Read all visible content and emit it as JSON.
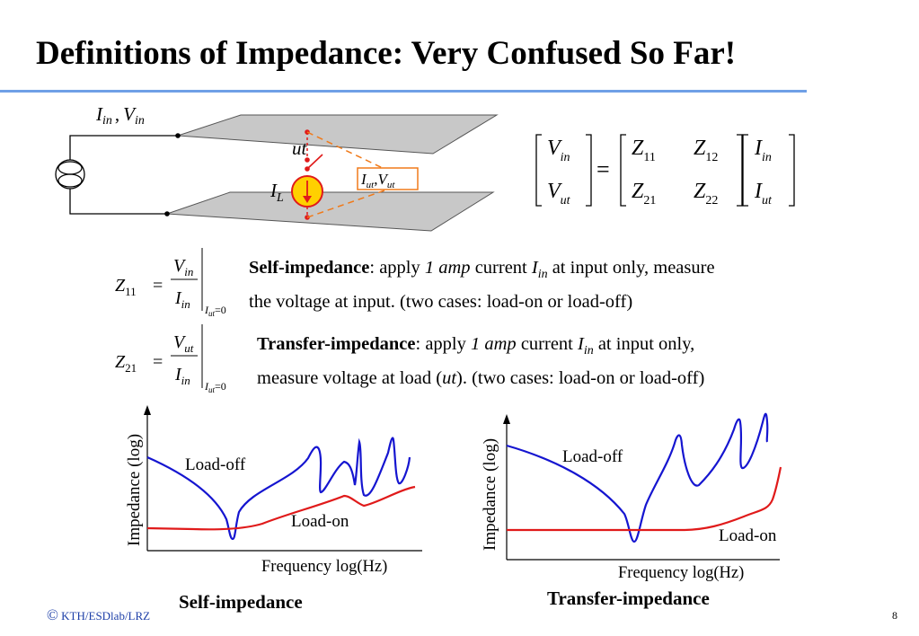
{
  "slide": {
    "title": "Definitions of Impedance: Very Confused So Far!",
    "page_number": "8",
    "copyright_symbol": "©",
    "footer": "KTH/ESDlab/LRZ"
  },
  "diagram": {
    "I": "I",
    "in": "in",
    "V": "V",
    "comma": ",",
    "ut": "ut",
    "L": "L",
    "port_I": "I",
    "port_ut1": "ut",
    "port_comma": ",",
    "port_V": "V",
    "port_ut2": "ut"
  },
  "matrix": {
    "V": "V",
    "I": "I",
    "Z": "Z",
    "in": "in",
    "ut": "ut",
    "equals": "=",
    "z11": "11",
    "z12": "12",
    "z21": "21",
    "z22": "22"
  },
  "formulas": {
    "Z": "Z",
    "sub11": "11",
    "sub21": "21",
    "equals": "=",
    "V": "V",
    "I": "I",
    "in": "in",
    "ut": "ut",
    "cond": "=0"
  },
  "self_text": {
    "bold": "Self-impedance",
    "t1": ": apply ",
    "amp": "1 amp",
    "t2": " current ",
    "I": "I",
    "in": "in",
    "t3": " at input only, measure",
    "line2": "the voltage at input. (two cases: load-on or load-off)"
  },
  "transfer_text": {
    "bold": "Transfer-impedance",
    "t1": ": apply ",
    "amp": "1 amp",
    "t2": " current ",
    "I": "I",
    "in": "in",
    "t3": " at input only,",
    "l2a": "measure voltage at load (",
    "ut": "ut",
    "l2b": ").  (two cases: load-on or load-off)"
  },
  "plots": {
    "left": {
      "ylabel": "Impedance (log)",
      "xlabel": "Frequency log(Hz)",
      "load_off": "Load-off",
      "load_on": "Load-on",
      "caption": "Self-impedance"
    },
    "right": {
      "ylabel": "Impedance (log)",
      "xlabel": "Frequency log(Hz)",
      "load_off": "Load-off",
      "load_on": "Load-on",
      "caption": "Transfer-impedance"
    },
    "colors": {
      "load_off": "#1515d0",
      "load_on": "#e01a1a"
    }
  },
  "colors": {
    "title_rule": "#6fa0e6",
    "plane": "#c8c8c8",
    "source": "#ffd000",
    "dashed": "#f07a1a"
  }
}
